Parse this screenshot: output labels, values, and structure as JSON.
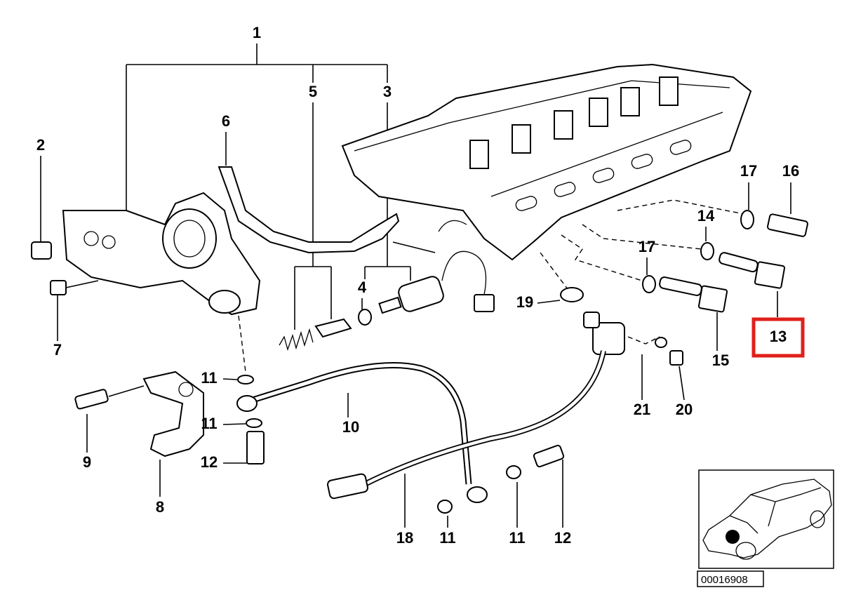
{
  "diagram": {
    "callouts": {
      "c1": "1",
      "c2": "2",
      "c3": "3",
      "c4": "4",
      "c5": "5",
      "c6": "6",
      "c7": "7",
      "c8": "8",
      "c9": "9",
      "c10": "10",
      "c11a": "11",
      "c11b": "11",
      "c11c": "11",
      "c11d": "11",
      "c12a": "12",
      "c12b": "12",
      "c13": "13",
      "c14": "14",
      "c15": "15",
      "c16": "16",
      "c17a": "17",
      "c17b": "17",
      "c18": "18",
      "c19": "19",
      "c20": "20",
      "c21": "21"
    },
    "highlighted_callout": "13",
    "highlight_color": "#e0201b",
    "inset": {
      "diagram_number": "00016908",
      "icon": "car-location-inset"
    }
  }
}
